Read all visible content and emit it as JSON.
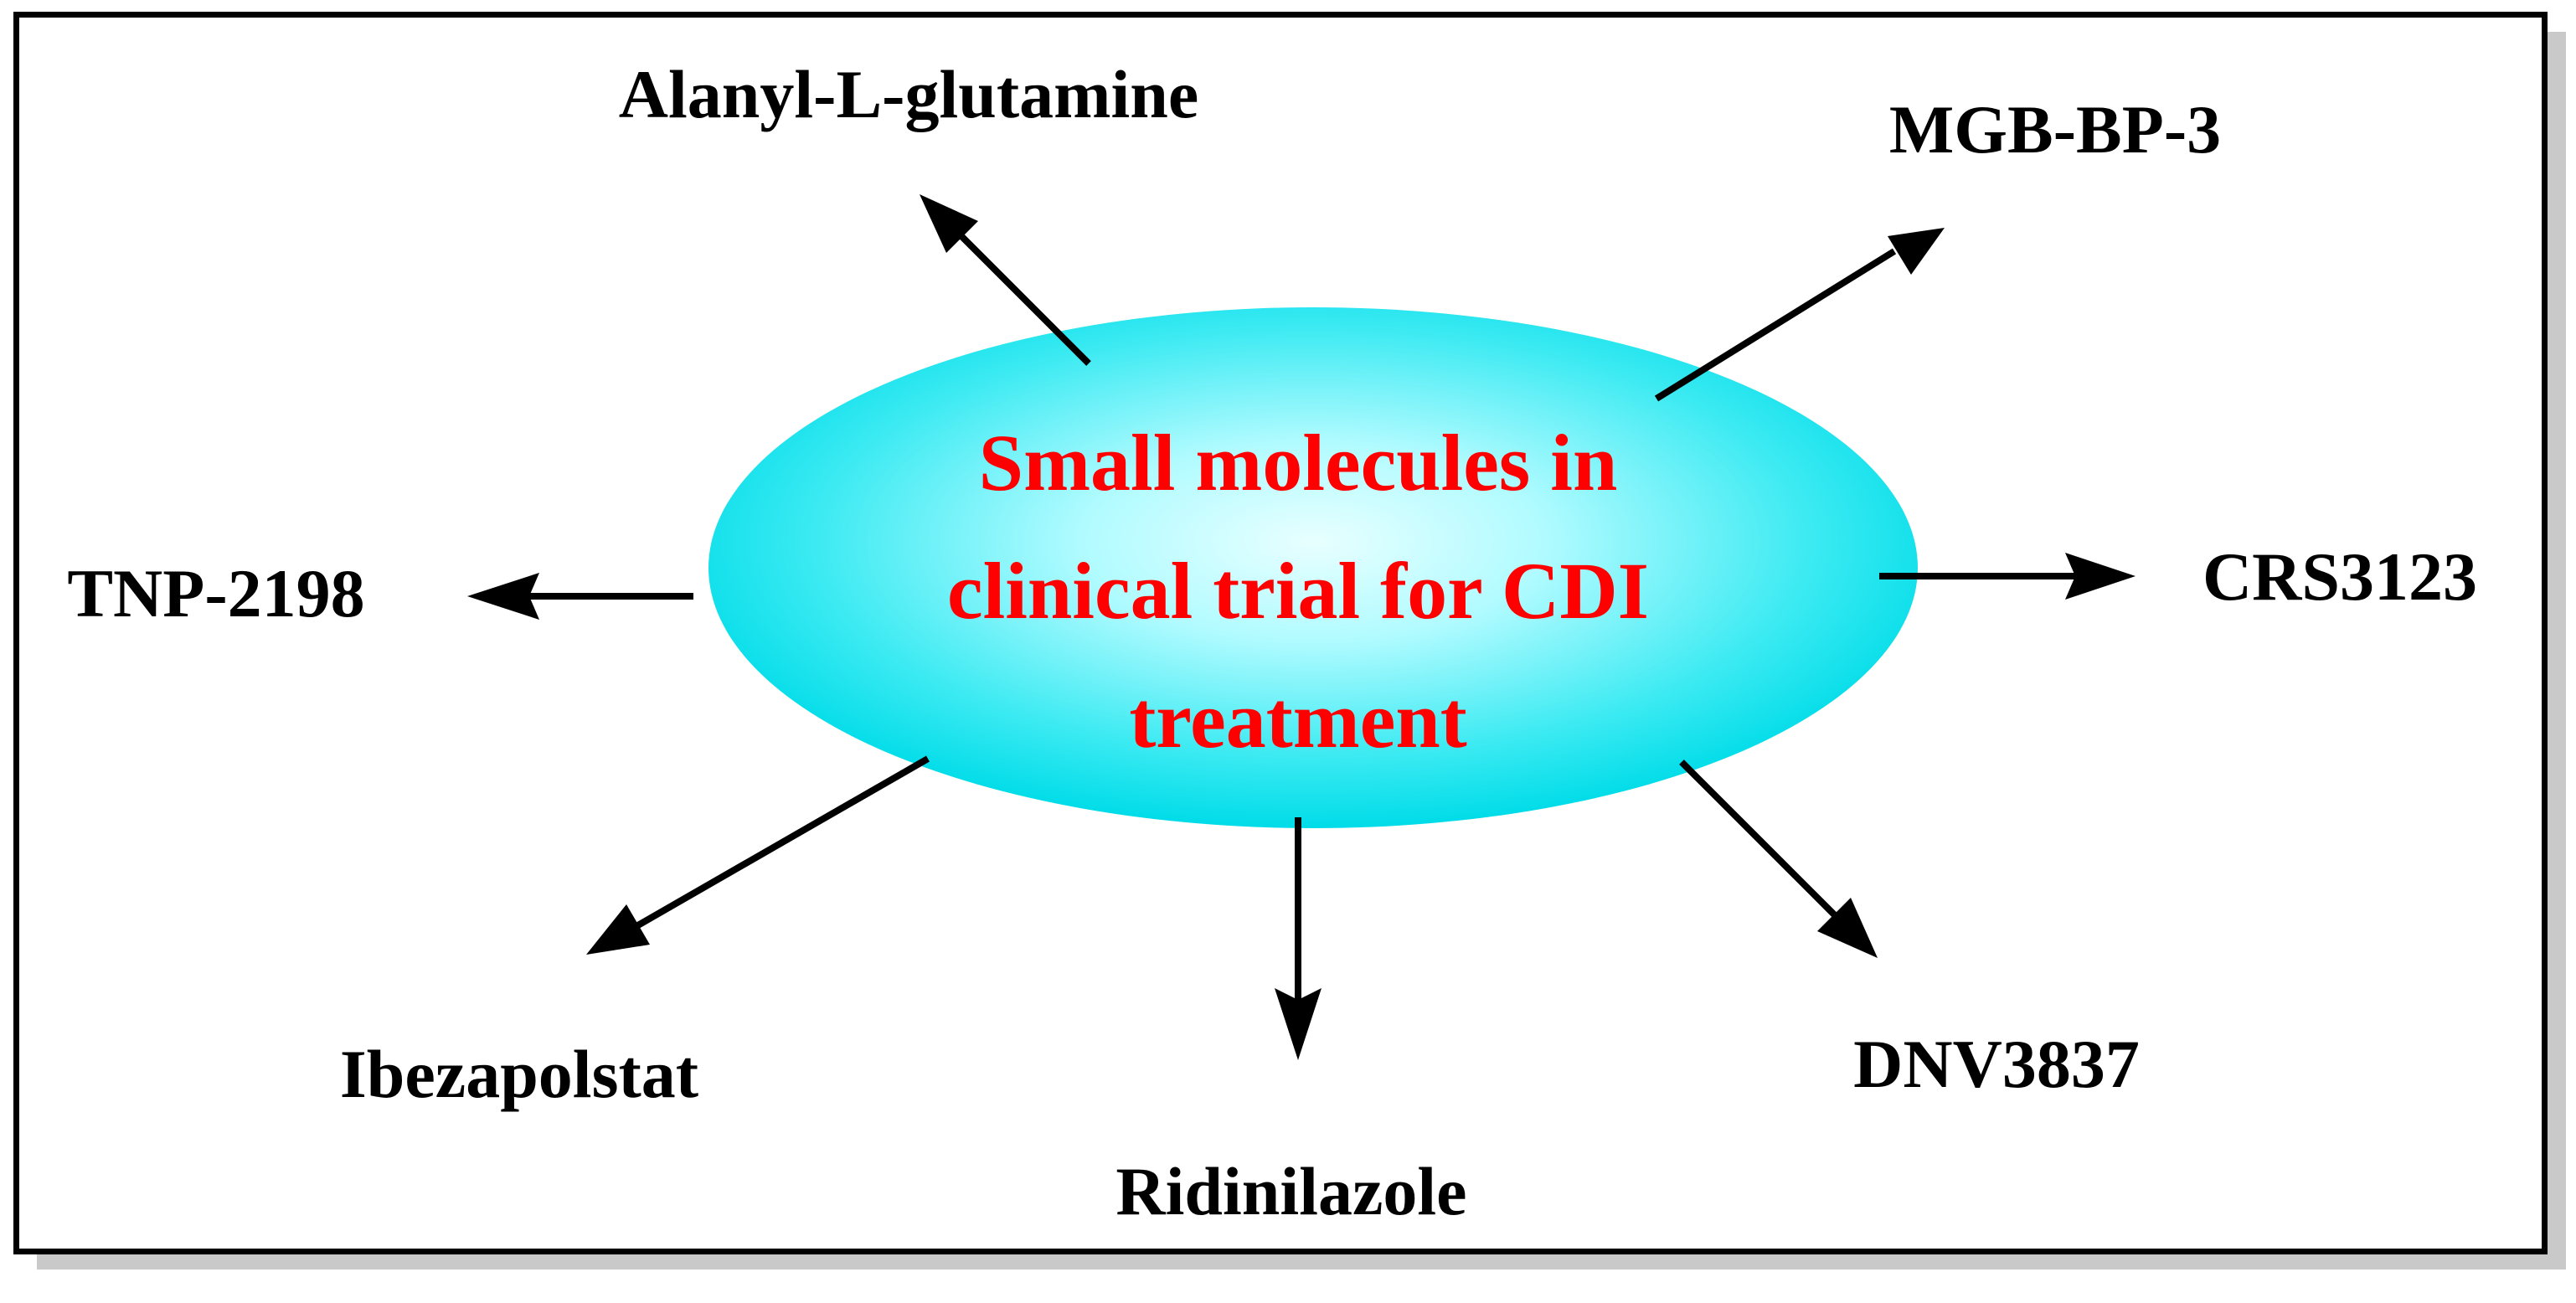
{
  "center": {
    "lines": [
      "Small molecules in",
      "clinical trial for CDI",
      "treatment"
    ],
    "text_color": "#ff0000",
    "fill_gradient": [
      "#e8ffff",
      "#00e0ec"
    ]
  },
  "molecules": [
    {
      "key": "alanyl",
      "label": "Alanyl-L-glutamine"
    },
    {
      "key": "mgb",
      "label": "MGB-BP-3"
    },
    {
      "key": "crs",
      "label": "CRS3123"
    },
    {
      "key": "dnv",
      "label": "DNV3837"
    },
    {
      "key": "ridinilazole",
      "label": "Ridinilazole"
    },
    {
      "key": "ibezapolstat",
      "label": "Ibezapolstat"
    },
    {
      "key": "tnp",
      "label": "TNP-2198"
    }
  ]
}
